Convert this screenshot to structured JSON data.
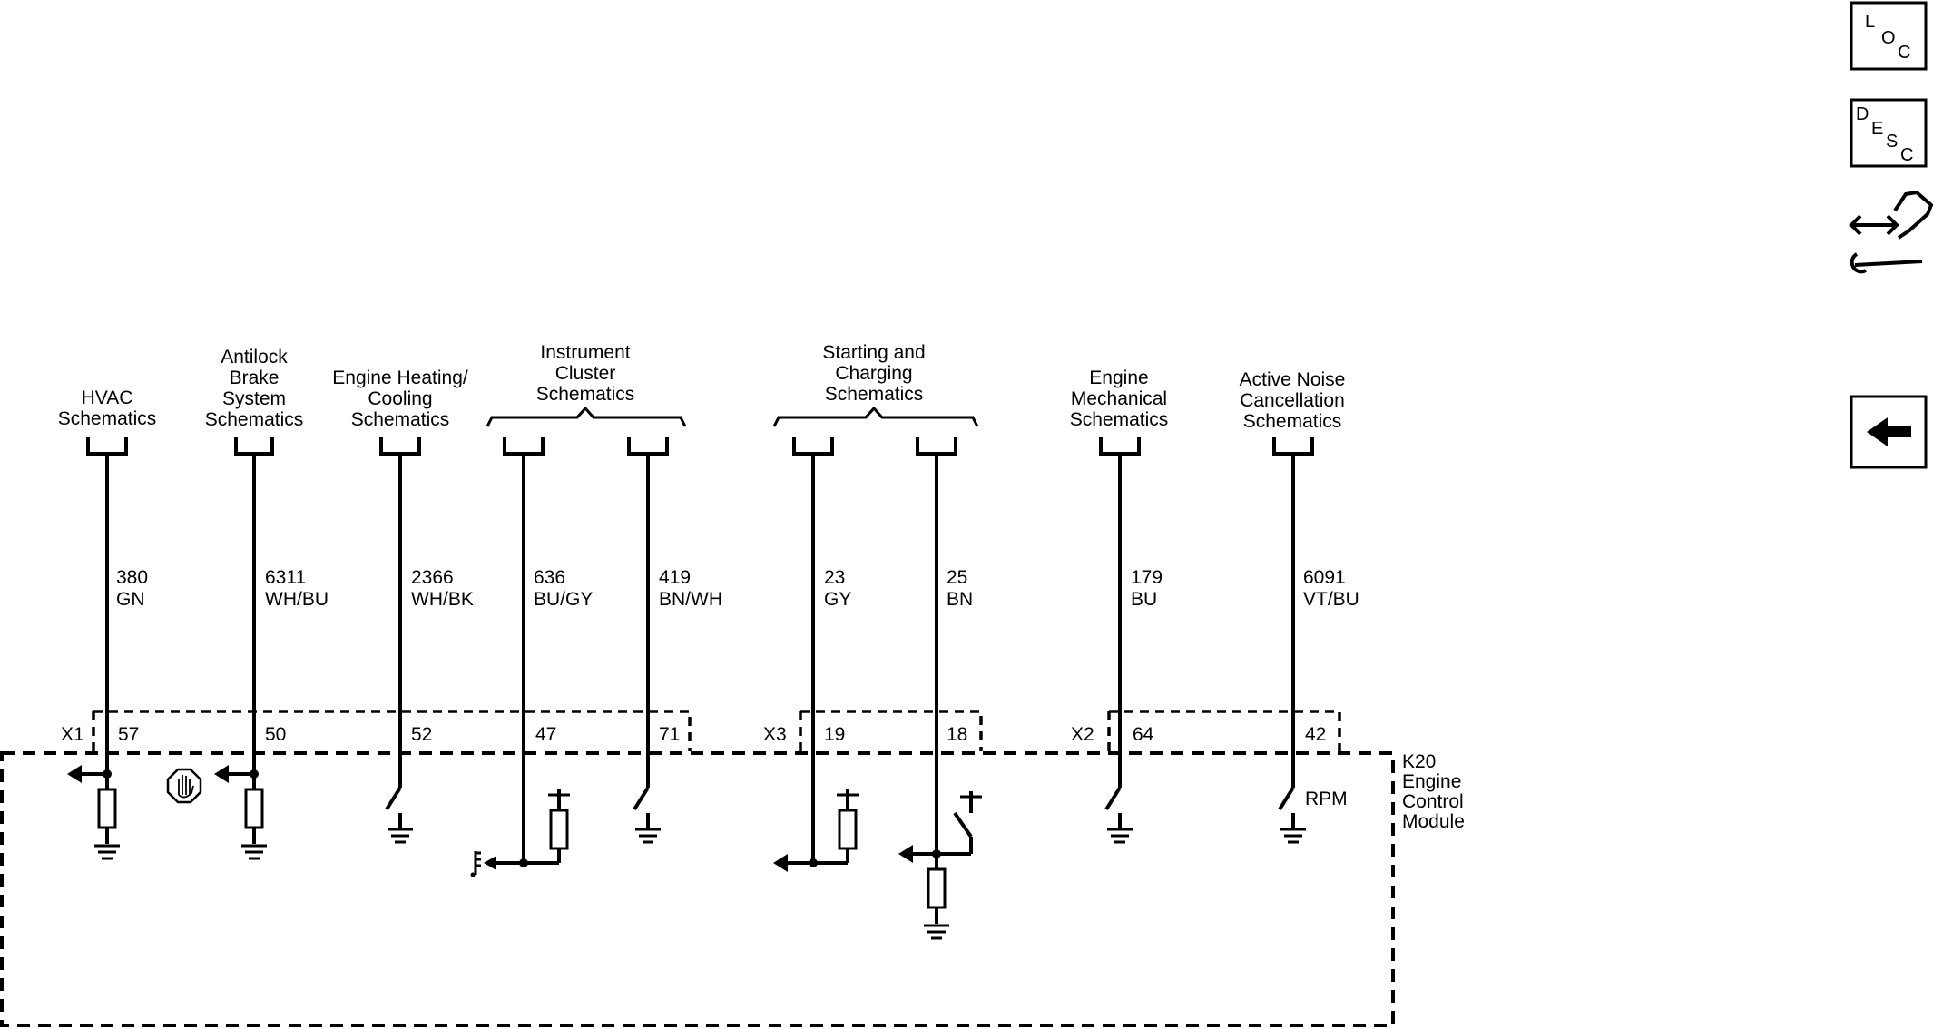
{
  "nav": {
    "loc": {
      "l1": "L",
      "l2": "O",
      "l3": "C"
    },
    "desc": {
      "l1": "D",
      "l2": "E",
      "l3": "S",
      "l4": "C"
    }
  },
  "labels": {
    "hvac": [
      "HVAC",
      "Schematics"
    ],
    "abs": [
      "Antilock",
      "Brake",
      "System",
      "Schematics"
    ],
    "heat": [
      "Engine Heating/",
      "Cooling",
      "Schematics"
    ],
    "ic": [
      "Instrument",
      "Cluster",
      "Schematics"
    ],
    "sc": [
      "Starting and",
      "Charging",
      "Schematics"
    ],
    "em": [
      "Engine",
      "Mechanical",
      "Schematics"
    ],
    "anc": [
      "Active Noise",
      "Cancellation",
      "Schematics"
    ]
  },
  "wires": [
    {
      "circuit": "380",
      "color": "GN",
      "pin": "57"
    },
    {
      "circuit": "6311",
      "color": "WH/BU",
      "pin": "50"
    },
    {
      "circuit": "2366",
      "color": "WH/BK",
      "pin": "52"
    },
    {
      "circuit": "636",
      "color": "BU/GY",
      "pin": "47"
    },
    {
      "circuit": "419",
      "color": "BN/WH",
      "pin": "71"
    },
    {
      "circuit": "23",
      "color": "GY",
      "pin": "19"
    },
    {
      "circuit": "25",
      "color": "BN",
      "pin": "18"
    },
    {
      "circuit": "179",
      "color": "BU",
      "pin": "64"
    },
    {
      "circuit": "6091",
      "color": "VT/BU",
      "pin": "42"
    }
  ],
  "connectors": {
    "x1": "X1",
    "x2": "X2",
    "x3": "X3"
  },
  "module": {
    "l1": "K20",
    "l2": "Engine",
    "l3": "Control",
    "l4": "Module"
  },
  "rpm": "RPM"
}
